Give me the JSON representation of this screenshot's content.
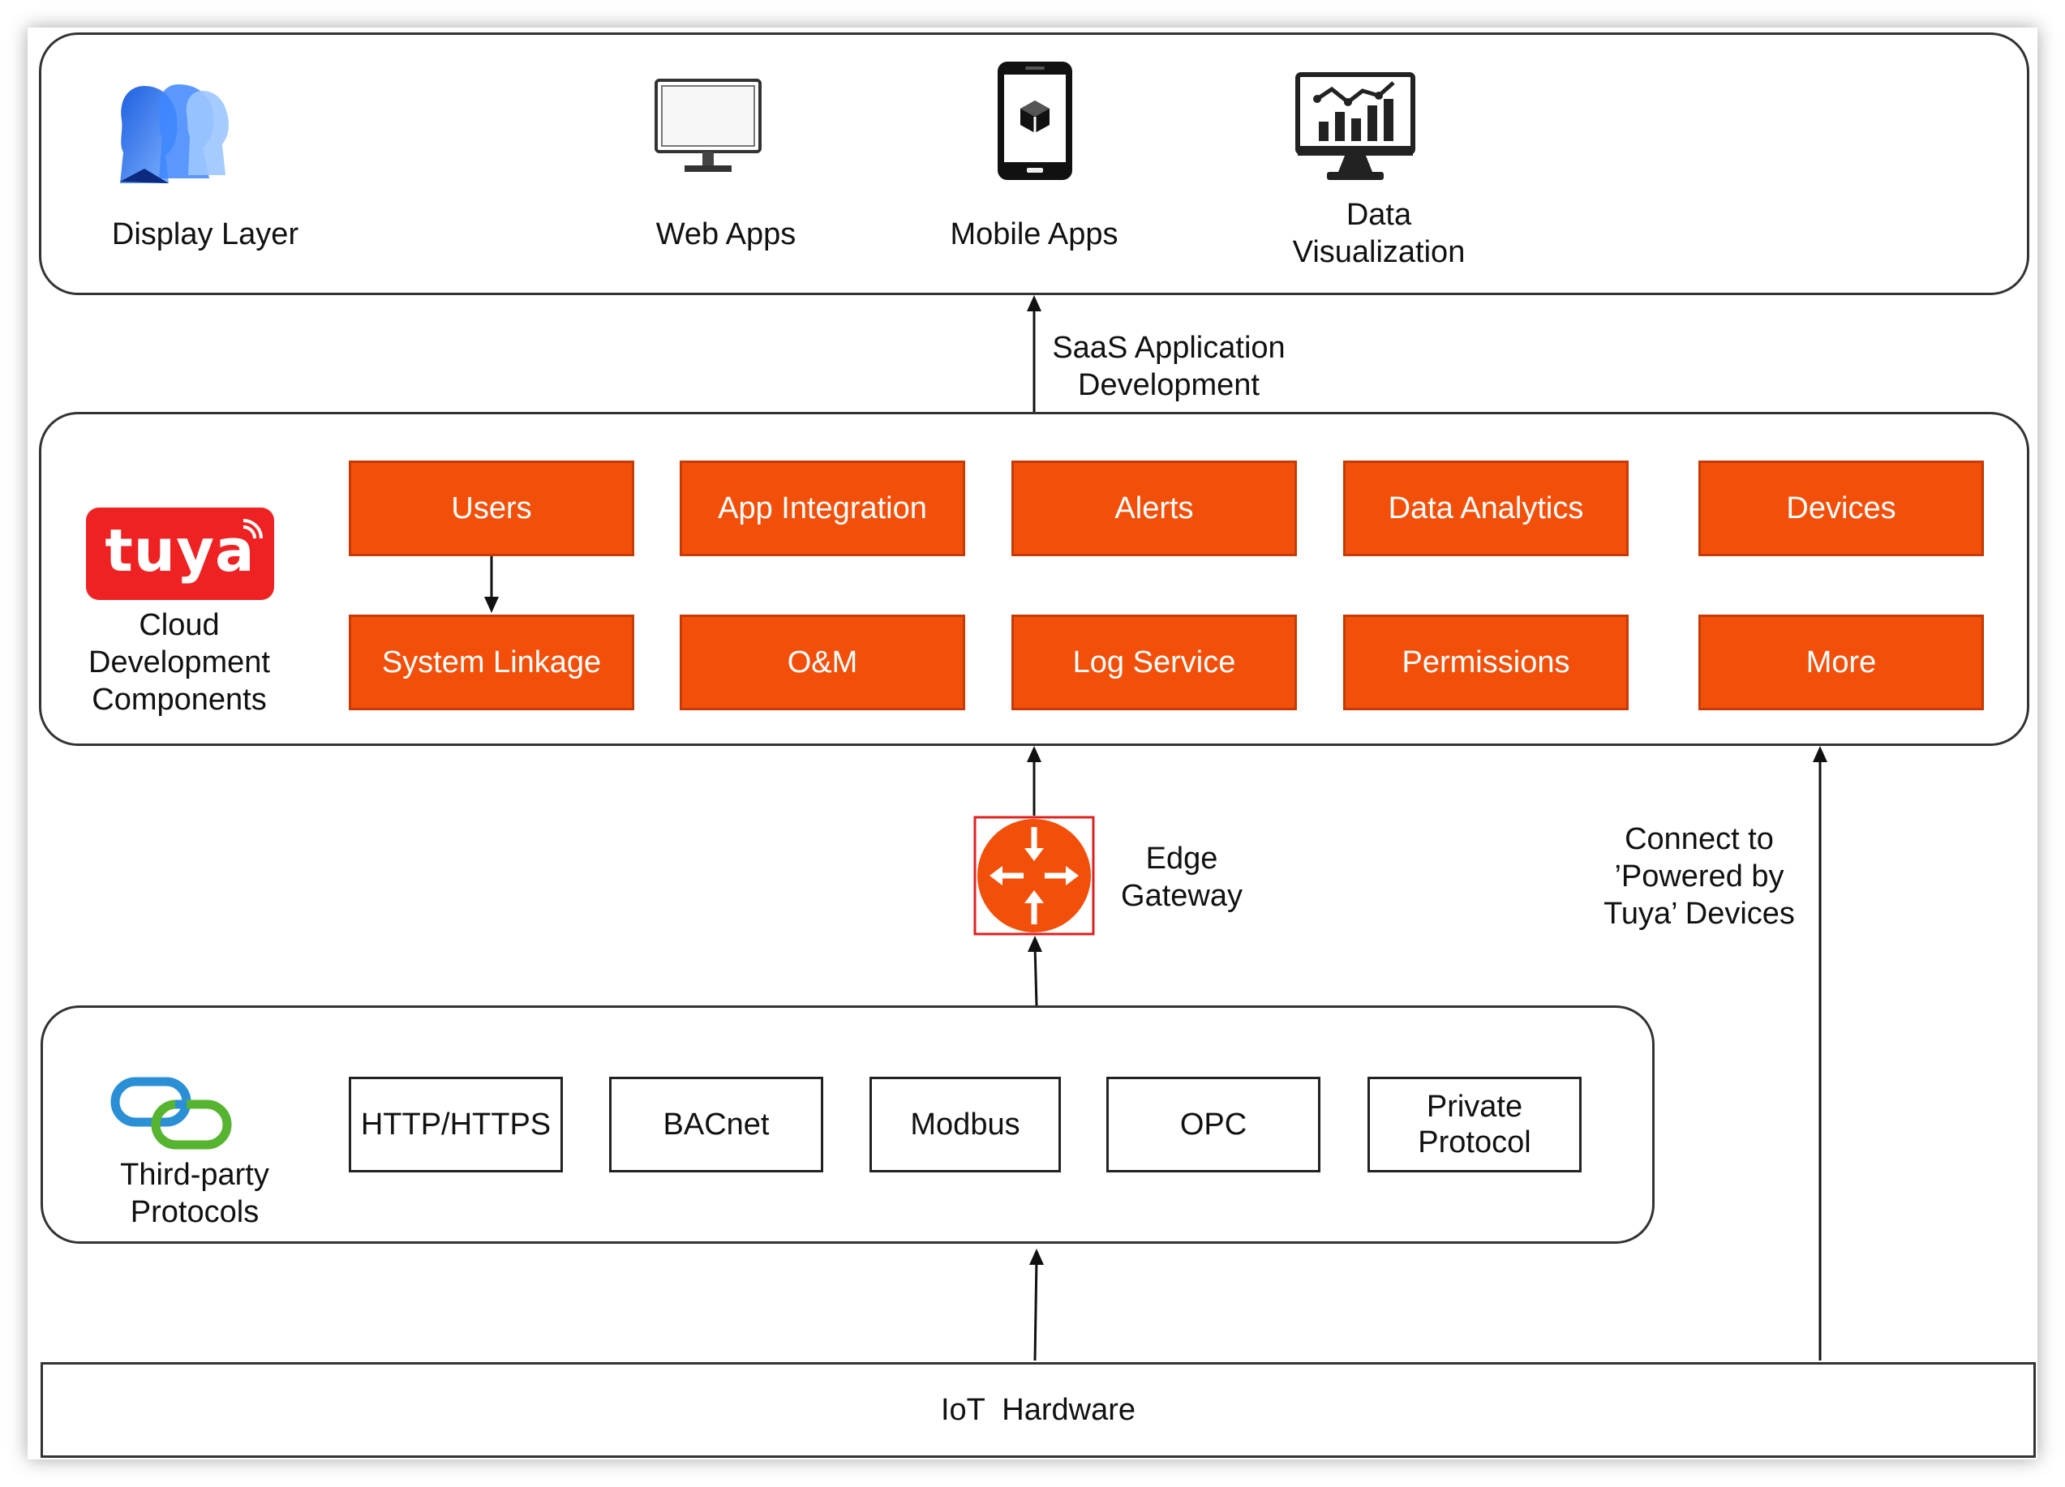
{
  "display_layer": {
    "title": "Display Layer",
    "items": [
      {
        "label": "Web Apps",
        "icon": "monitor-icon"
      },
      {
        "label": "Mobile Apps",
        "icon": "smartphone-icon"
      },
      {
        "label": "Data\nVisualization",
        "icon": "analytics-monitor-icon"
      }
    ]
  },
  "saas_arrow_label": "SaaS Application\nDevelopment",
  "cloud": {
    "logo_text": "tuya",
    "title": "Cloud\nDevelopment\nComponents",
    "row1": [
      "Users",
      "App Integration",
      "Alerts",
      "Data Analytics",
      "Devices"
    ],
    "row2": [
      "System Linkage",
      "O&M",
      "Log Service",
      "Permissions",
      "More"
    ]
  },
  "edge_gateway_label": "Edge\nGateway",
  "powered_label": "Connect to\n’Powered by\nTuya’ Devices",
  "protocols": {
    "title": "Third-party\nProtocols",
    "items": [
      "HTTP/HTTPS",
      "BACnet",
      "Modbus",
      "OPC",
      "Private\nProtocol"
    ]
  },
  "iot_hardware": "IoT  Hardware",
  "colors": {
    "accent_orange": "#f2500a",
    "tuya_red": "#ee2222",
    "chain_blue": "#2b8fd6",
    "chain_green": "#56b431"
  }
}
